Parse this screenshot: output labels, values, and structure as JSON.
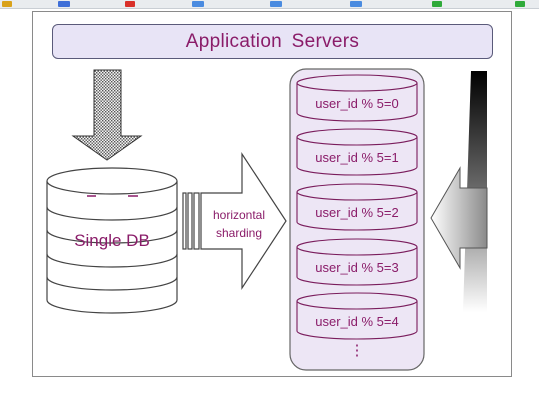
{
  "diagram": {
    "app_servers_label": "Application Servers",
    "single_db_label": "Single DB",
    "arrow_label_line1": "horizontal",
    "arrow_label_line2": "sharding",
    "shards": [
      {
        "label": "user_id % 5=0"
      },
      {
        "label": "user_id % 5=1"
      },
      {
        "label": "user_id % 5=2"
      },
      {
        "label": "user_id % 5=3"
      },
      {
        "label": "user_id % 5=4"
      }
    ],
    "ellipsis": "⋮"
  },
  "colors": {
    "text": "#8a1c69",
    "shard_fill": "#ede6f5",
    "shard_stroke": "#7a1c5c",
    "app_bar_fill": "#e8e4f6"
  }
}
